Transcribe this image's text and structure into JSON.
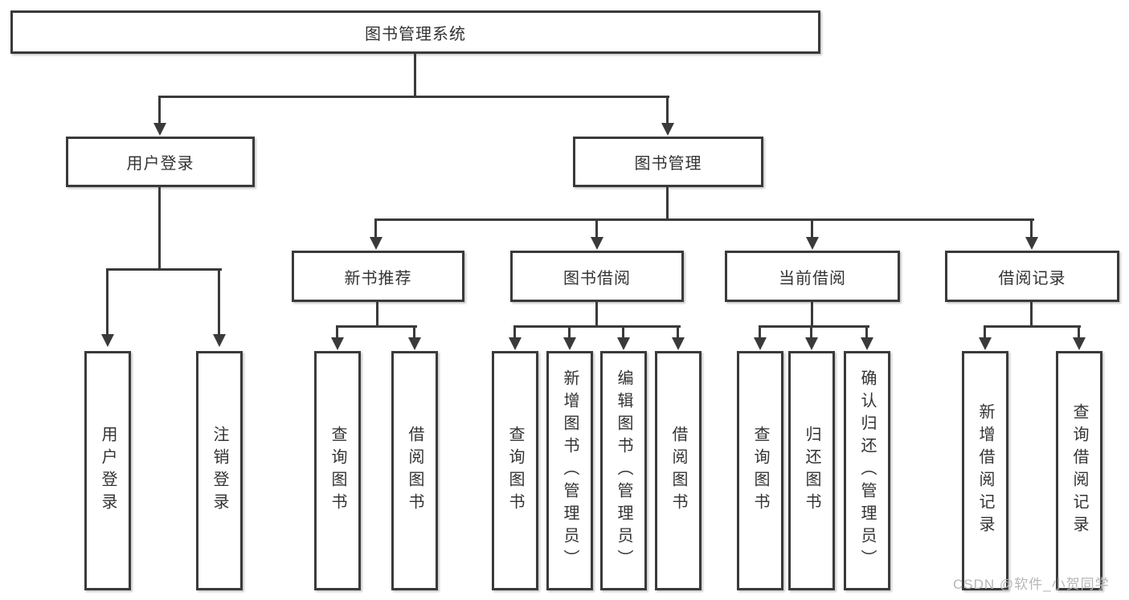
{
  "colors": {
    "background": "#ffffff",
    "line": "#3a3a3a",
    "box_border": "#3a3a3a",
    "text": "#333333",
    "watermark": "#b6b6b6"
  },
  "tree": {
    "root": {
      "label": "图书管理系统",
      "children": [
        {
          "label": "用户登录",
          "children": [
            {
              "label": "用户登录"
            },
            {
              "label": "注销登录"
            }
          ]
        },
        {
          "label": "图书管理",
          "children": [
            {
              "label": "新书推荐",
              "children": [
                {
                  "label": "查询图书"
                },
                {
                  "label": "借阅图书"
                }
              ]
            },
            {
              "label": "图书借阅",
              "children": [
                {
                  "label": "查询图书"
                },
                {
                  "label": "新增图书（管理员）"
                },
                {
                  "label": "编辑图书（管理员）"
                },
                {
                  "label": "借阅图书"
                }
              ]
            },
            {
              "label": "当前借阅",
              "children": [
                {
                  "label": "查询图书"
                },
                {
                  "label": "归还图书"
                },
                {
                  "label": "确认归还（管理员）"
                }
              ]
            },
            {
              "label": "借阅记录",
              "children": [
                {
                  "label": "新增借阅记录"
                },
                {
                  "label": "查询借阅记录"
                }
              ]
            }
          ]
        }
      ]
    }
  },
  "watermark": {
    "text": "CSDN @软件_小贺同学"
  }
}
